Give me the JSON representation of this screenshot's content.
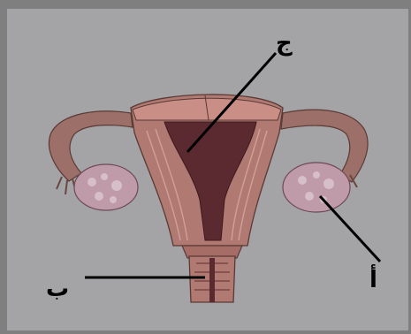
{
  "labels": {
    "a": "أ",
    "b": "ب",
    "c": "ج"
  },
  "colors": {
    "background": "#a4a3a6",
    "tissue": "#b07a72",
    "cavity": "#5a2a30",
    "ovary": "#bf9aa8",
    "pointer": "#000000"
  }
}
